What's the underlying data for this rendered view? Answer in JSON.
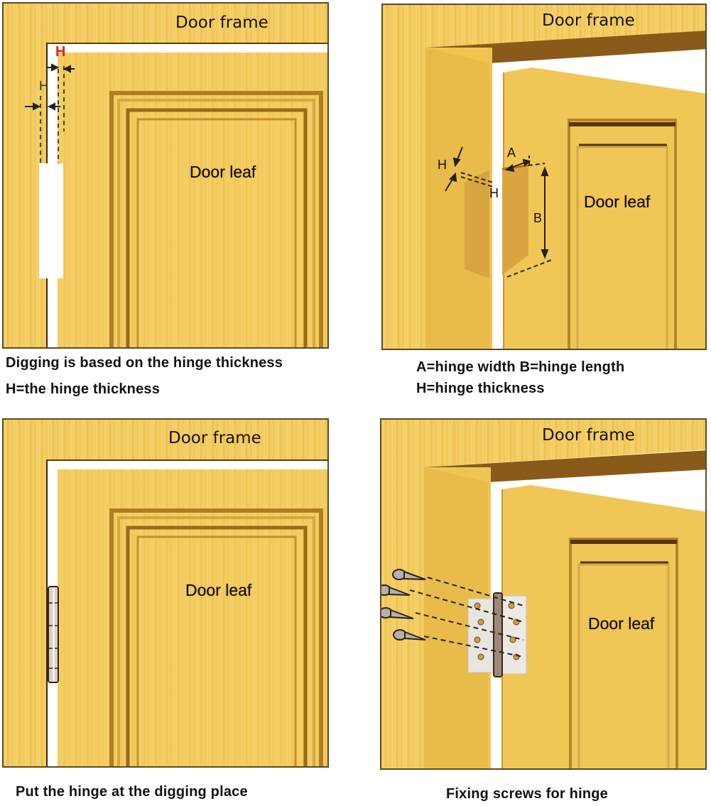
{
  "panels": [
    {
      "id": "panel-1",
      "frame_label": "Door frame",
      "leaf_label": "Door leaf",
      "markers": {
        "red_h": "H",
        "black_h": "H"
      },
      "caption_lines": [
        "Digging is based on the hinge thickness",
        "H=the hinge thickness"
      ]
    },
    {
      "id": "panel-2",
      "frame_label": "Door frame",
      "leaf_label": "Door leaf",
      "markers": {
        "h_left": "H",
        "h_center": "H",
        "a": "A",
        "b": "B"
      },
      "caption_lines": [
        "A=hinge width B=hinge length",
        "H=hinge thickness"
      ]
    },
    {
      "id": "panel-3",
      "frame_label": "Door frame",
      "leaf_label": "Door leaf",
      "caption_lines": [
        "Put the hinge at the digging place"
      ]
    },
    {
      "id": "panel-4",
      "frame_label": "Door frame",
      "leaf_label": "Door leaf",
      "screw_count": 4,
      "caption_lines": [
        "Fixing screws for hinge"
      ]
    }
  ],
  "colors": {
    "wood_light": "#f6d370",
    "wood_mid": "#eebf4c",
    "wood_dark": "#a8791e",
    "frame_shadow": "#8a5a1a",
    "gap_white": "#ffffff",
    "marker_red": "#e0201a",
    "border": "#5a4a2a"
  }
}
